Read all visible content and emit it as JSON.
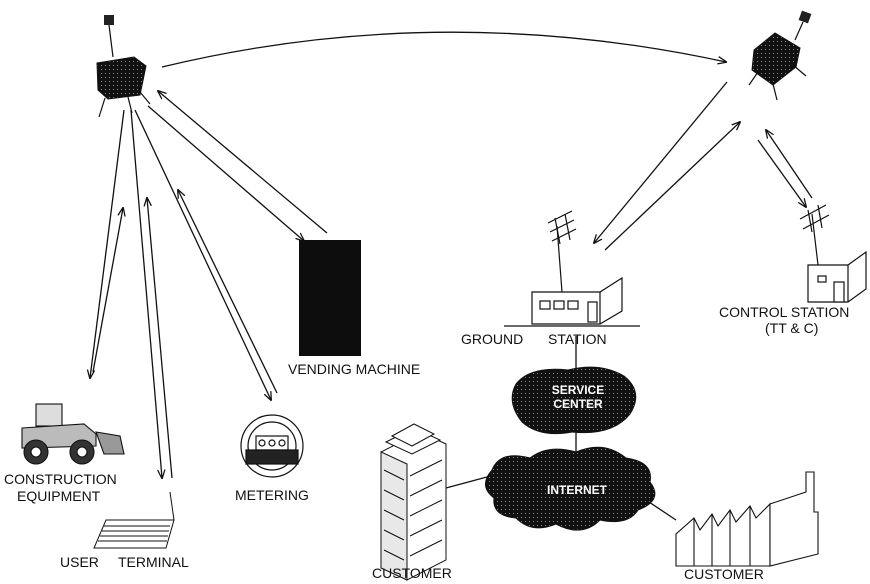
{
  "labels": {
    "vending_machine": "VENDING MACHINE",
    "ground_station_a": "GROUND",
    "ground_station_b": "STATION",
    "control_station": "CONTROL STATION",
    "control_station_sub": "(TT & C)",
    "service_center_a": "SERVICE",
    "service_center_b": "CENTER",
    "internet": "INTERNET",
    "construction_a": "CONSTRUCTION",
    "construction_b": "EQUIPMENT",
    "metering": "METERING",
    "user_a": "USER",
    "user_b": "TERMINAL",
    "customer_left": "CUSTOMER",
    "customer_right": "CUSTOMER"
  },
  "icons": {
    "satellite": "satellite-icon",
    "antenna": "antenna-icon",
    "building": "building-icon",
    "factory": "factory-icon",
    "cloud": "cloud-icon",
    "terminal": "keyboard-icon",
    "meter": "meter-icon",
    "loader": "wheel-loader-icon"
  }
}
